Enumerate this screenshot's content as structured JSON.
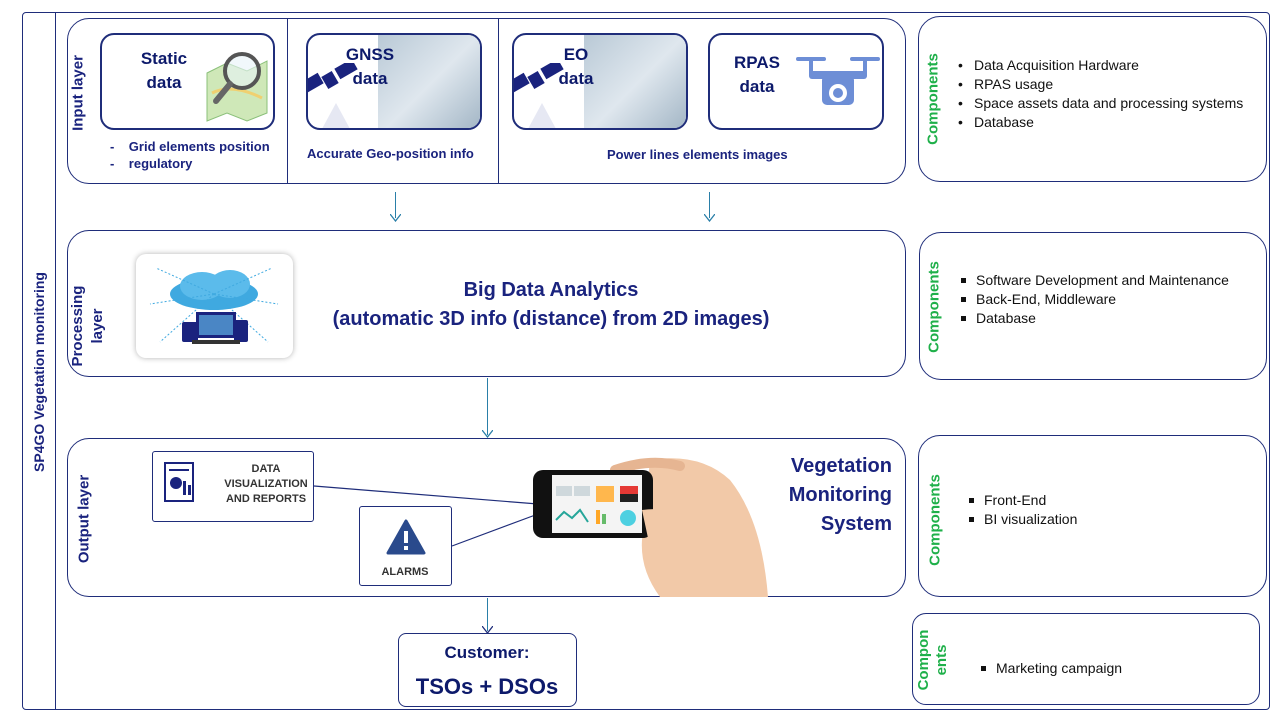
{
  "main_title": "SP4GO Vegetation monitoring",
  "input_layer": {
    "label": "Input layer",
    "cards": {
      "static": "Static\ndata",
      "gnss": "GNSS\ndata",
      "eo": "EO\ndata",
      "rpas": "RPAS\ndata"
    },
    "static_bullets": [
      "Grid elements position",
      "regulatory"
    ],
    "gnss_caption": "Accurate Geo-position info",
    "power_caption": "Power lines elements images"
  },
  "processing_layer": {
    "label_line1": "Processing",
    "label_line2": "layer",
    "title_line1": "Big Data Analytics",
    "title_line2": "(automatic 3D info (distance) from 2D images)"
  },
  "output_layer": {
    "label": "Output layer",
    "data_box": [
      "DATA",
      "VISUALIZATION",
      "AND REPORTS"
    ],
    "alarms": "ALARMS",
    "system_title": [
      "Vegetation",
      "Monitoring",
      "System"
    ]
  },
  "customer": {
    "line1": "Customer:",
    "line2": "TSOs + DSOs"
  },
  "components": [
    {
      "label": "Components",
      "items": [
        "Data Acquisition Hardware",
        "RPAS usage",
        "Space assets data and processing systems",
        "Database"
      ]
    },
    {
      "label": "Components",
      "items": [
        "Software Development and Maintenance",
        "Back-End, Middleware",
        "Database"
      ]
    },
    {
      "label": "Components",
      "items": [
        "Front-End",
        "BI visualization"
      ]
    },
    {
      "label_line1": "Compon",
      "label_line2": "ents",
      "items": [
        "Marketing campaign"
      ]
    }
  ],
  "colors": {
    "border": "#1f2d7a",
    "text": "#1a237e",
    "components": "#1fb04a",
    "arrow": "#2a7fa8"
  }
}
